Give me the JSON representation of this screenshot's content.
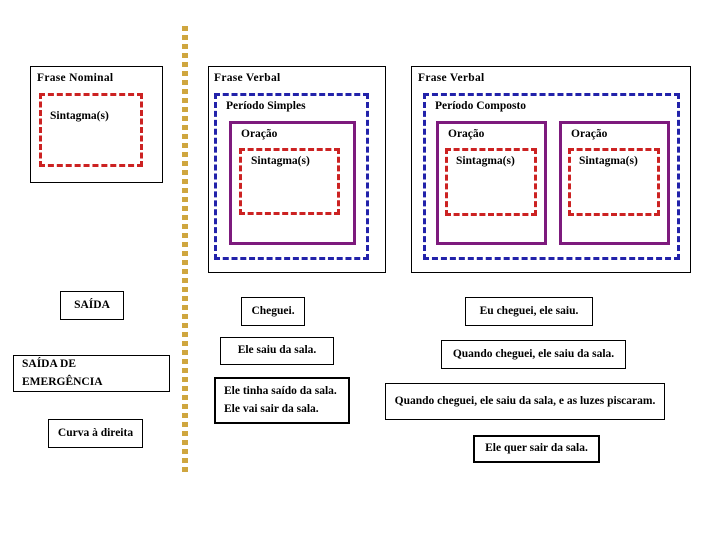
{
  "diagram": {
    "columns": [
      {
        "id": "nominal",
        "title": "Frase  Nominal",
        "levels": [
          {
            "id": "sintagma",
            "label": "Sintagma(s)",
            "style": "red-dashed"
          }
        ]
      },
      {
        "id": "verbal-simples",
        "title": "Frase Verbal",
        "levels": [
          {
            "id": "periodo",
            "label": "Período Simples",
            "style": "blue-dashed"
          },
          {
            "id": "oracao",
            "label": "Oração",
            "style": "purple-solid"
          },
          {
            "id": "sintagma",
            "label": "Sintagma(s)",
            "style": "red-dashed"
          }
        ]
      },
      {
        "id": "verbal-composto",
        "title": "Frase Verbal",
        "levels": [
          {
            "id": "periodo",
            "label": "Período Composto",
            "style": "blue-dashed"
          },
          {
            "id": "oracao-1",
            "label": "Oração",
            "style": "purple-solid"
          },
          {
            "id": "sintagma-1",
            "label": "Sintagma(s)",
            "style": "red-dashed"
          },
          {
            "id": "oracao-2",
            "label": "Oração",
            "style": "purple-solid"
          },
          {
            "id": "sintagma-2",
            "label": "Sintagma(s)",
            "style": "red-dashed"
          }
        ]
      }
    ],
    "examples": {
      "nominal": [
        {
          "id": "saida",
          "lines": [
            "SAÍDA"
          ]
        },
        {
          "id": "saida-emergencia",
          "lines": [
            "SAÍDA DE",
            "EMERGÊNCIA"
          ]
        },
        {
          "id": "curva-direita",
          "lines": [
            "Curva à direita"
          ]
        }
      ],
      "verbal_simples": [
        {
          "id": "cheguei",
          "lines": [
            "Cheguei."
          ]
        },
        {
          "id": "ele-saiu-da-sala",
          "lines": [
            "Ele saiu da sala."
          ]
        },
        {
          "id": "perifrases",
          "lines": [
            "Ele tinha saído da sala.",
            "Ele vai sair da sala."
          ]
        }
      ],
      "verbal_composto": [
        {
          "id": "eu-cheguei-ele-saiu",
          "lines": [
            "Eu cheguei, ele saiu."
          ]
        },
        {
          "id": "quando-cheguei",
          "lines": [
            "Quando cheguei, ele saiu da sala."
          ]
        },
        {
          "id": "quando-cheguei-luzes",
          "lines": [
            "Quando cheguei, ele saiu da sala, e as luzes piscaram."
          ]
        },
        {
          "id": "ele-quer-sair",
          "lines": [
            "Ele quer sair da sala."
          ]
        }
      ]
    },
    "colors": {
      "blue": "#2222aa",
      "purple": "#7d1a7d",
      "red": "#cc2222",
      "divider": "#cfa63f",
      "outline": "#000000",
      "background": "#ffffff"
    }
  }
}
